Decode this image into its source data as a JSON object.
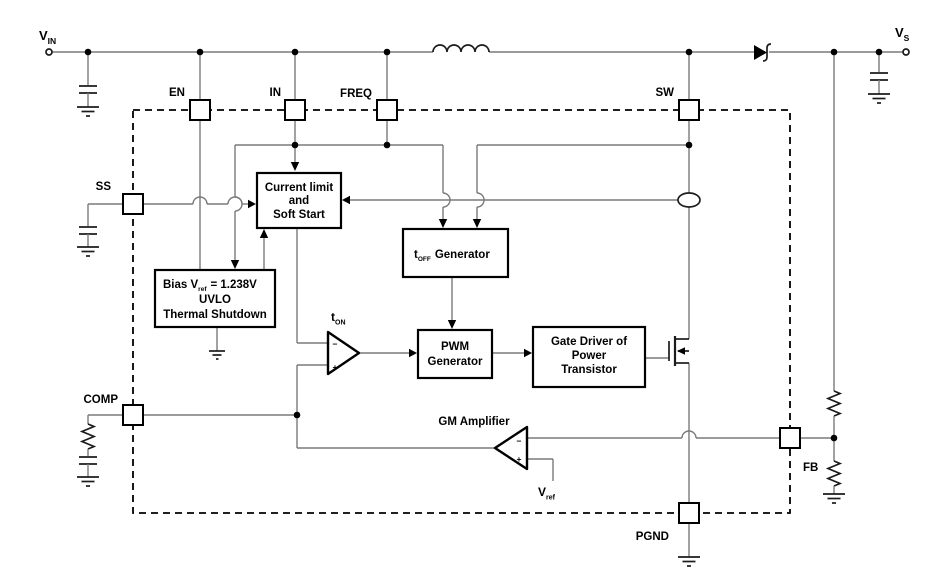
{
  "terminals": {
    "vin": {
      "main": "V",
      "sub": "IN"
    },
    "vs": {
      "main": "V",
      "sub": "S"
    }
  },
  "pins": {
    "en": "EN",
    "in": "IN",
    "freq": "FREQ",
    "sw": "SW",
    "ss": "SS",
    "comp": "COMP",
    "fb": "FB",
    "pgnd": "PGND"
  },
  "blocks": {
    "current_limit": {
      "line1": "Current limit",
      "line2": "and",
      "line3": "Soft Start"
    },
    "bias": {
      "l1a": "Bias V",
      "l1b": "ref",
      "l1c": "= 1.238V",
      "line2": "UVLO",
      "line3": "Thermal Shutdown"
    },
    "toff": {
      "a": "t",
      "b": "OFF",
      "c": "Generator"
    },
    "pwm": {
      "line1": "PWM",
      "line2": "Generator"
    },
    "gate_driver": {
      "line1": "Gate Driver of",
      "line2": "Power",
      "line3": "Transistor"
    }
  },
  "labels": {
    "ton": {
      "a": "t",
      "b": "ON"
    },
    "gm_amplifier": "GM Amplifier",
    "vref": {
      "a": "V",
      "b": "ref"
    },
    "plus": "+",
    "minus": "−"
  }
}
